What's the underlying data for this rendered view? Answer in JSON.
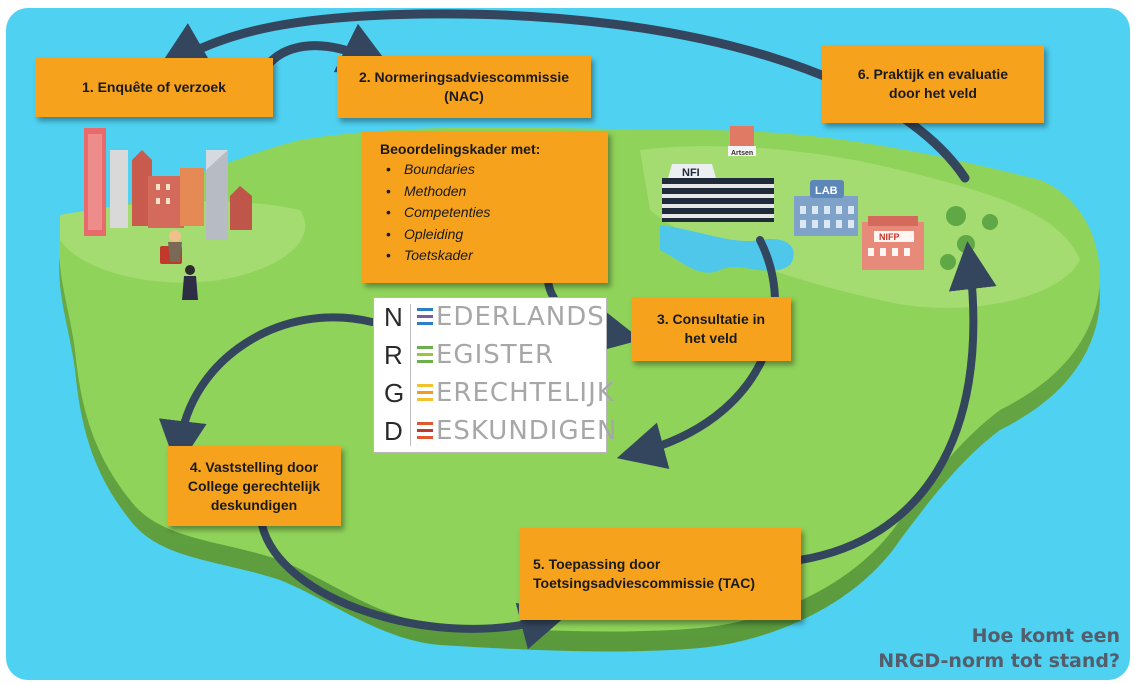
{
  "steps": {
    "s1": "1. Enquête of verzoek",
    "s2a": "2. Normeringsadviescommissie",
    "s2b": "(NAC)",
    "s3a": "3. Consultatie in",
    "s3b": "het veld",
    "s4a": "4. Vaststelling door",
    "s4b": "College gerechtelijk",
    "s4c": "deskundigen",
    "s5a": "5. Toepassing door",
    "s5b": "Toetsingsadviescommissie (TAC)",
    "s6a": "6. Praktijk en evaluatie",
    "s6b": "door het veld"
  },
  "kader": {
    "title": "Beoordelingskader met:",
    "items": [
      "Boundaries",
      "Methoden",
      "Competenties",
      "Opleiding",
      "Toetskader"
    ]
  },
  "logo": {
    "rows": [
      {
        "letter": "N",
        "rest": "EDERLANDS"
      },
      {
        "letter": "R",
        "rest": "EGISTER"
      },
      {
        "letter": "G",
        "rest": "ERECHTELIJK"
      },
      {
        "letter": "D",
        "rest": "ESKUNDIGEN"
      }
    ],
    "bar_colors": [
      [
        "#2d7fc1",
        "#7b5aa6",
        "#2d7fc1"
      ],
      [
        "#6ab04c",
        "#9bc53d",
        "#6ab04c"
      ],
      [
        "#f2c12e",
        "#f29c1f",
        "#f2c12e"
      ],
      [
        "#e4572e",
        "#c0392b",
        "#e4572e"
      ]
    ]
  },
  "buildings": {
    "nfi": "NFI",
    "lab": "LAB",
    "nifp": "NIFP",
    "artsen": "Artsen"
  },
  "caption": {
    "line1": "Hoe komt een",
    "line2": "NRGD-norm tot stand?"
  },
  "colors": {
    "sea": "#4fd1f2",
    "land": "#8fd35a",
    "box": "#f7a21c",
    "arrow": "#34465e"
  }
}
